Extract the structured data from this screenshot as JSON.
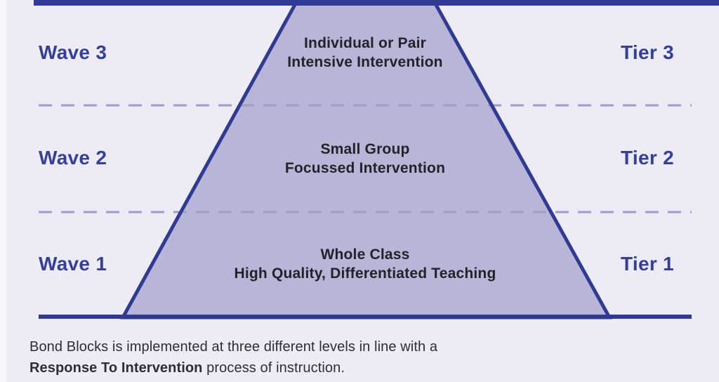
{
  "colors": {
    "bg": "#edecf4",
    "bg-left": "#f6f5fa",
    "accent": "#2f3b93",
    "label-blue": "#343f9c",
    "fill": "#b8b5d6",
    "dash": "#a09dcc",
    "tri-text": "#22222a",
    "caption-text": "#2e2d36"
  },
  "pyramid": {
    "rows": [
      {
        "wave": "Wave 3",
        "tier": "Tier 3",
        "label_line1": "Individual or Pair",
        "label_line2": "Intensive Intervention"
      },
      {
        "wave": "Wave 2",
        "tier": "Tier 2",
        "label_line1": "Small Group",
        "label_line2": "Focussed Intervention"
      },
      {
        "wave": "Wave 1",
        "tier": "Tier 1",
        "label_line1": "Whole Class",
        "label_line2": "High Quality, Differentiated Teaching"
      }
    ]
  },
  "caption": {
    "line1": "Bond Blocks is implemented at three different levels in line with a",
    "line2_bold": "Response To Intervention",
    "line2_rest": " process of instruction."
  }
}
